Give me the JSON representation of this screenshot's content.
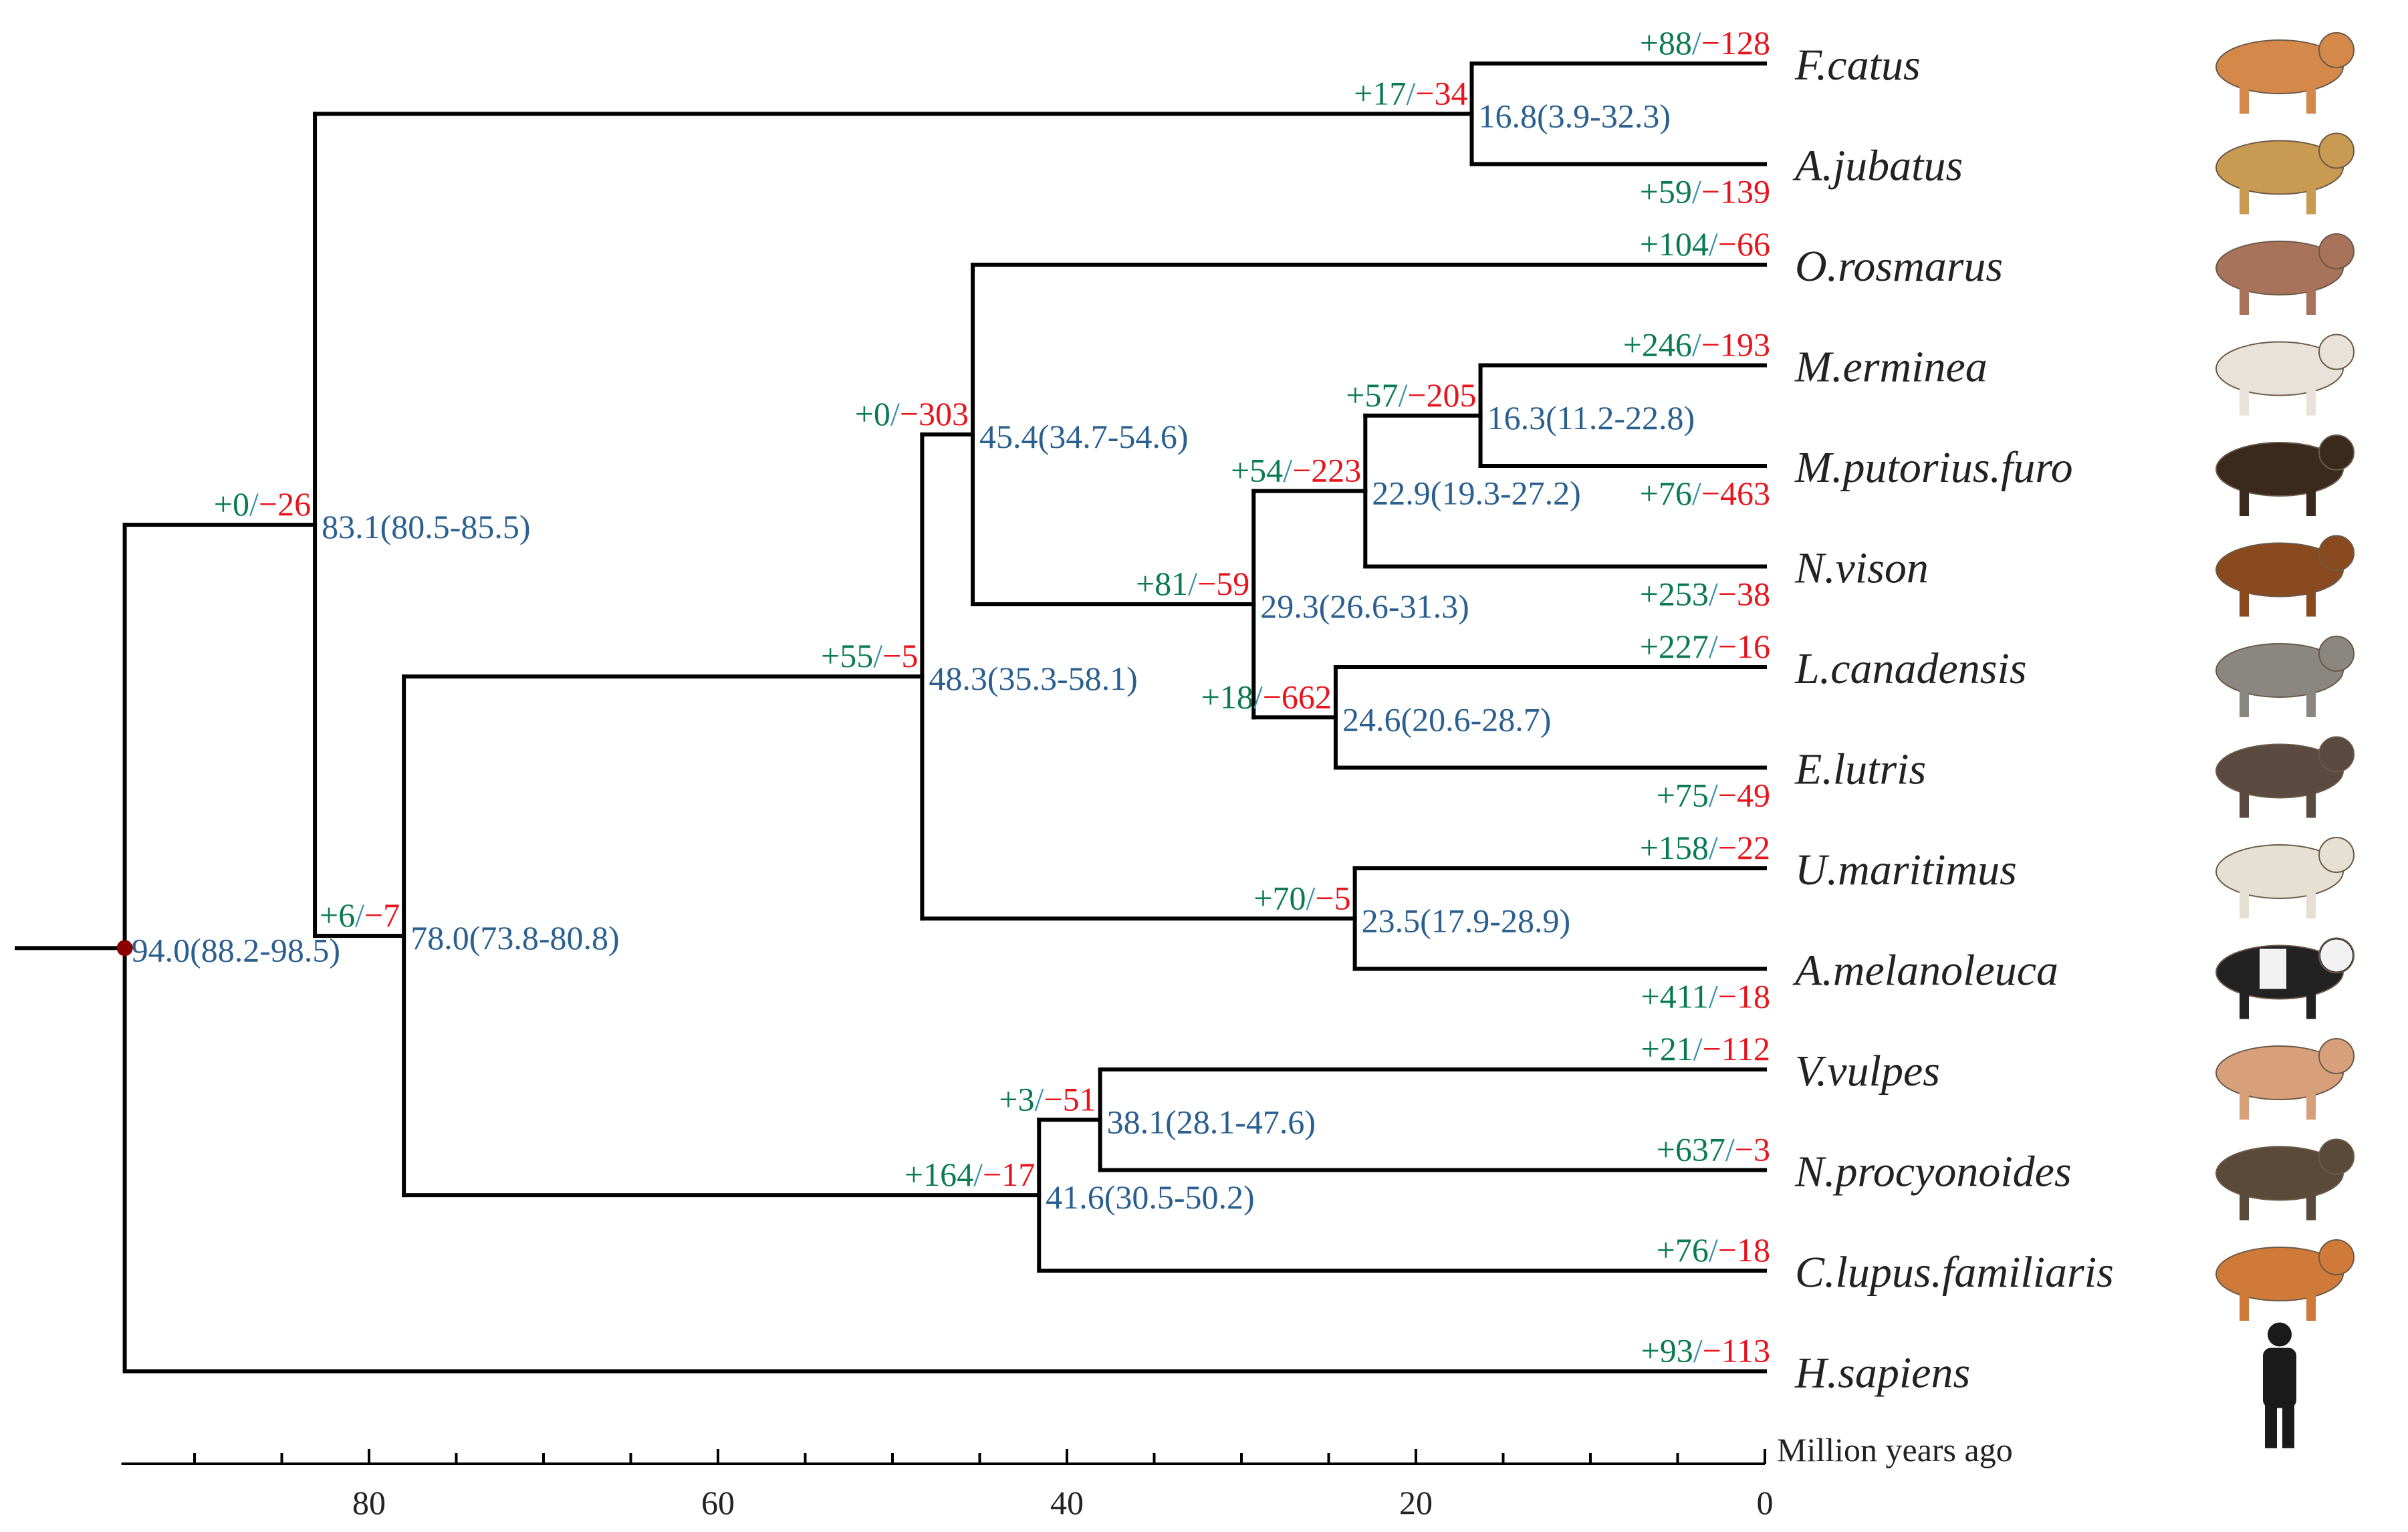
{
  "axis": {
    "title": "Million years ago",
    "max": 94.0,
    "ticks": [
      80,
      60,
      40,
      20,
      0
    ]
  },
  "taxa": [
    {
      "id": "fcat",
      "name": "F.catus",
      "silhouette": "cat-silhouette",
      "color": "#d4894a"
    },
    {
      "id": "ajub",
      "name": "A.jubatus",
      "silhouette": "cheetah-silhouette",
      "color": "#c89a52"
    },
    {
      "id": "oros",
      "name": "O.rosmarus",
      "silhouette": "walrus-silhouette",
      "color": "#a8735a"
    },
    {
      "id": "merm",
      "name": "M.erminea",
      "silhouette": "ermine-silhouette",
      "color": "#e8e2da"
    },
    {
      "id": "mput",
      "name": "M.putorius.furo",
      "silhouette": "ferret-silhouette",
      "color": "#3a2a1e"
    },
    {
      "id": "nvis",
      "name": "N.vison",
      "silhouette": "mink-silhouette",
      "color": "#8a4a20"
    },
    {
      "id": "lcan",
      "name": "L.canadensis",
      "silhouette": "otter-silhouette",
      "color": "#8a8680"
    },
    {
      "id": "elut",
      "name": "E.lutris",
      "silhouette": "sea-otter-silhouette",
      "color": "#5a4a40"
    },
    {
      "id": "umar",
      "name": "U.maritimus",
      "silhouette": "polar-bear-silhouette",
      "color": "#e6e0d2"
    },
    {
      "id": "amel",
      "name": "A.melanoleuca",
      "silhouette": "panda-silhouette",
      "color": "#222222"
    },
    {
      "id": "vvul",
      "name": "V.vulpes",
      "silhouette": "fox-silhouette",
      "color": "#d8a07a"
    },
    {
      "id": "npro",
      "name": "N.procyonoides",
      "silhouette": "raccoon-dog-silhouette",
      "color": "#5a4a3a"
    },
    {
      "id": "clup",
      "name": "C.lupus.familiaris",
      "silhouette": "dog-silhouette",
      "color": "#d07a3a"
    },
    {
      "id": "hsap",
      "name": "H.sapiens",
      "silhouette": "human-silhouette",
      "color": "#1a1a1a"
    }
  ],
  "nodes": [
    {
      "id": "root",
      "age": 94.0,
      "label": "94.0(88.2-98.5)",
      "children": [
        "n83",
        "hsap"
      ]
    },
    {
      "id": "n83",
      "age": 83.1,
      "label": "83.1(80.5-85.5)",
      "gain": "+0",
      "loss": "−26",
      "children": [
        "n168",
        "n78"
      ]
    },
    {
      "id": "n168",
      "age": 16.8,
      "label": "16.8(3.9-32.3)",
      "gain": "+17",
      "loss": "−34",
      "children": [
        "fcat",
        "ajub"
      ]
    },
    {
      "id": "n78",
      "age": 78.0,
      "label": "78.0(73.8-80.8)",
      "gain": "+6",
      "loss": "−7",
      "children": [
        "n483",
        "n416"
      ]
    },
    {
      "id": "n483",
      "age": 48.3,
      "label": "48.3(35.3-58.1)",
      "gain": "+55",
      "loss": "−5",
      "children": [
        "n454",
        "n235"
      ]
    },
    {
      "id": "n454",
      "age": 45.4,
      "label": "45.4(34.7-54.6)",
      "gain": "+0",
      "loss": "−303",
      "children": [
        "oros",
        "n293"
      ]
    },
    {
      "id": "n293",
      "age": 29.3,
      "label": "29.3(26.6-31.3)",
      "gain": "+81",
      "loss": "−59",
      "children": [
        "n229",
        "n246"
      ]
    },
    {
      "id": "n229",
      "age": 22.9,
      "label": "22.9(19.3-27.2)",
      "gain": "+54",
      "loss": "−223",
      "children": [
        "n163",
        "nvis"
      ]
    },
    {
      "id": "n163",
      "age": 16.3,
      "label": "16.3(11.2-22.8)",
      "gain": "+57",
      "loss": "−205",
      "children": [
        "merm",
        "mput"
      ]
    },
    {
      "id": "n246",
      "age": 24.6,
      "label": "24.6(20.6-28.7)",
      "gain": "+18",
      "loss": "−662",
      "children": [
        "lcan",
        "elut"
      ]
    },
    {
      "id": "n235",
      "age": 23.5,
      "label": "23.5(17.9-28.9)",
      "gain": "+70",
      "loss": "−5",
      "children": [
        "umar",
        "amel"
      ]
    },
    {
      "id": "n416",
      "age": 41.6,
      "label": "41.6(30.5-50.2)",
      "gain": "+164",
      "loss": "−17",
      "children": [
        "n381",
        "clup"
      ]
    },
    {
      "id": "n381",
      "age": 38.1,
      "label": "38.1(28.1-47.6)",
      "gain": "+3",
      "loss": "−51",
      "children": [
        "vvul",
        "npro"
      ]
    }
  ],
  "tip_changes": {
    "fcat": {
      "gain": "+88",
      "loss": "−128"
    },
    "ajub": {
      "gain": "+59",
      "loss": "−139"
    },
    "oros": {
      "gain": "+104",
      "loss": "−66"
    },
    "merm": {
      "gain": "+246",
      "loss": "−193"
    },
    "mput": {
      "gain": "+76",
      "loss": "−463"
    },
    "nvis": {
      "gain": "+253",
      "loss": "−38"
    },
    "lcan": {
      "gain": "+227",
      "loss": "−16"
    },
    "elut": {
      "gain": "+75",
      "loss": "−49"
    },
    "umar": {
      "gain": "+158",
      "loss": "−22"
    },
    "amel": {
      "gain": "+411",
      "loss": "−18"
    },
    "vvul": {
      "gain": "+21",
      "loss": "−112"
    },
    "npro": {
      "gain": "+637",
      "loss": "−3"
    },
    "clup": {
      "gain": "+76",
      "loss": "−18"
    },
    "hsap": {
      "gain": "+93",
      "loss": "−113"
    }
  },
  "colors": {
    "gain": "#0a7a52",
    "loss": "#e8141c",
    "age": "#2a5f8f",
    "root_dot": "#8b0000"
  }
}
